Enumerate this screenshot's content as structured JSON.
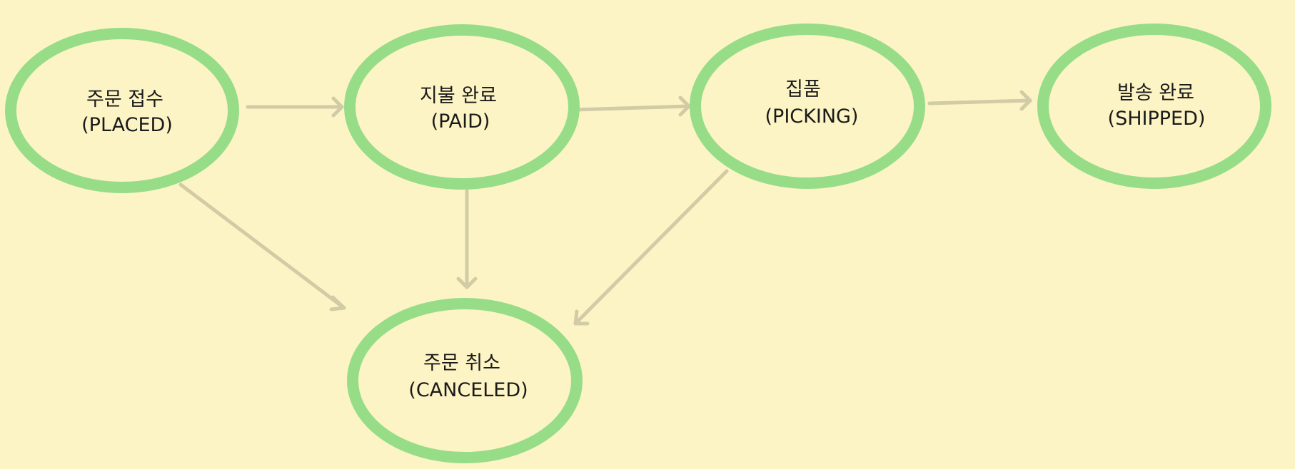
{
  "colors": {
    "background": "#fdf4c5",
    "node_border": "#97dd88",
    "node_fill": "#fdf4c5",
    "edge": "#d1cba6",
    "text": "#1a1a1a"
  },
  "nodes": {
    "placed": {
      "label_ko": "주문 접수",
      "label_en": "(PLACED)"
    },
    "paid": {
      "label_ko": "지불 완료",
      "label_en": "(PAID)"
    },
    "picking": {
      "label_ko": "집품",
      "label_en": "(PICKING)"
    },
    "shipped": {
      "label_ko": "발송 완료",
      "label_en": "(SHIPPED)"
    },
    "canceled": {
      "label_ko": "주문 취소",
      "label_en": "(CANCELED)"
    }
  },
  "edges": [
    {
      "from": "placed",
      "to": "paid"
    },
    {
      "from": "paid",
      "to": "picking"
    },
    {
      "from": "picking",
      "to": "shipped"
    },
    {
      "from": "placed",
      "to": "canceled"
    },
    {
      "from": "paid",
      "to": "canceled"
    },
    {
      "from": "picking",
      "to": "canceled"
    }
  ]
}
